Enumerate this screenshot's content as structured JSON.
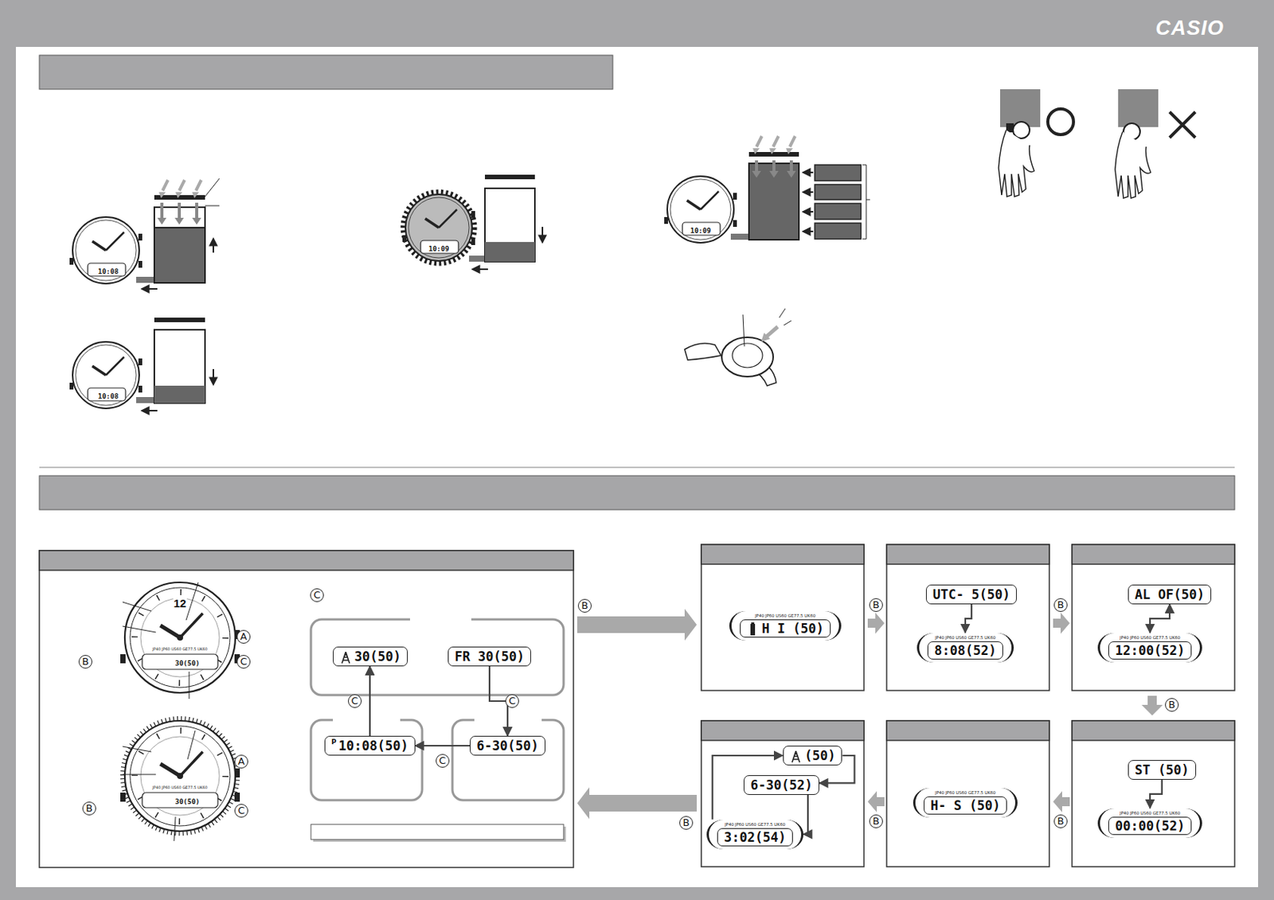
{
  "diagram": {
    "nodes": [
      {
        "text": [
          "30(50)"
        ]
      },
      {
        "text": [
          "FR 30(50)"
        ]
      },
      {
        "text": [
          "6-30(50)"
        ]
      },
      {
        "text": [
          "P",
          "10:08(50)"
        ]
      },
      {
        "text": [
          "JP40 JP60 US60 GE77.5 UK60",
          "H I (50)"
        ]
      },
      {
        "text": [
          "UTC- 5(50)"
        ]
      },
      {
        "text": [
          "JP40 JP60 US60 GE77.5 UK60",
          "8:08(52)"
        ]
      },
      {
        "text": [
          "AL OF(50)"
        ]
      },
      {
        "text": [
          "JP40 JP60 US60 GE77.5 UK60",
          "12:00(52)"
        ]
      },
      {
        "text": [
          "ST (50)"
        ]
      },
      {
        "text": [
          "JP40 JP60 US60 GE77.5 UK60",
          "00:00(52)"
        ]
      },
      {
        "text": [
          "JP40 JP60 US60 GE77.5 UK60",
          "H- S (50)"
        ]
      },
      {
        "text": [
          "(50)"
        ]
      },
      {
        "text": [
          "6-30(52)"
        ]
      },
      {
        "text": [
          "JP40 JP60 US60 GE77.5 UK60",
          "3:02(54)"
        ]
      }
    ],
    "edges": [
      {
        "from": 1,
        "to": 2,
        "arrow": "to",
        "label": "C"
      },
      {
        "from": 2,
        "to": 3,
        "arrow": "to",
        "label": "C"
      },
      {
        "from": 3,
        "to": 0,
        "arrow": "to",
        "label": "C"
      },
      {
        "from": 5,
        "to": 6,
        "arrow": "to"
      },
      {
        "from": 7,
        "to": 8,
        "arrow": "both"
      },
      {
        "from": 9,
        "to": 10,
        "arrow": "to"
      },
      {
        "from": 12,
        "to": 13,
        "arrow": "to"
      },
      {
        "from": 13,
        "to": 14,
        "arrow": "to"
      },
      {
        "from": 14,
        "to": 12,
        "arrow": "to"
      }
    ],
    "labels": [
      "CASIO",
      "10:08",
      "10:08",
      "10:09",
      "10:09",
      "12",
      "JP40 JP60 US60 GE77.5 UK60",
      "30(50)",
      "A",
      "C",
      "B",
      "JP40 JP60 US60 GE77.5 UK60",
      "30(50)",
      "A",
      "C",
      "B",
      "C",
      "B",
      "B",
      "B",
      "B",
      "B",
      "B",
      "B"
    ]
  }
}
